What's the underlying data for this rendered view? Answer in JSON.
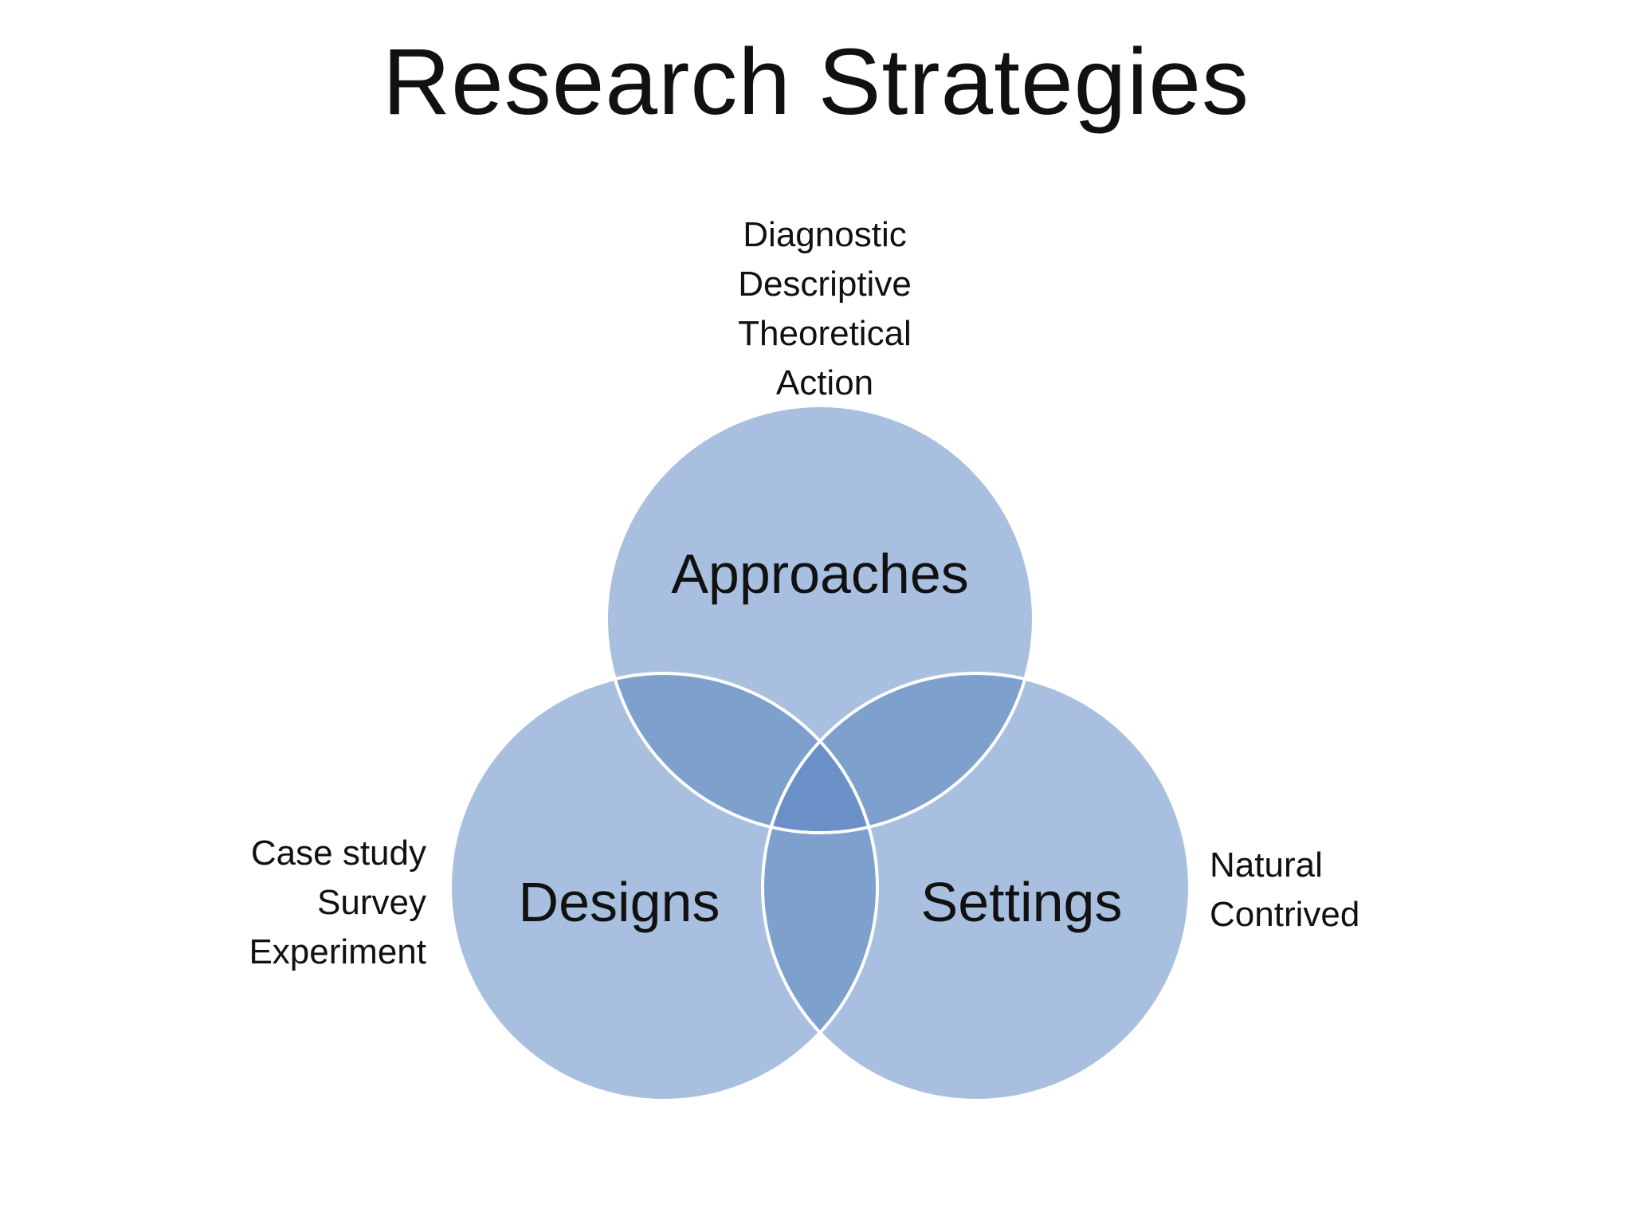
{
  "title": "Research Strategies",
  "diagram": {
    "circles": [
      {
        "label": "Approaches",
        "items": [
          "Diagnostic",
          "Descriptive",
          "Theoretical",
          "Action"
        ]
      },
      {
        "label": "Designs",
        "items": [
          "Case study",
          "Survey",
          "Experiment"
        ]
      },
      {
        "label": "Settings",
        "items": [
          "Natural",
          "Contrived"
        ]
      }
    ],
    "colors": {
      "circle_fill": "#A9BFE0",
      "overlap_fill": "#7EA0CD",
      "center_fill": "#6B8FC7",
      "outline": "#FFFFFF"
    }
  }
}
